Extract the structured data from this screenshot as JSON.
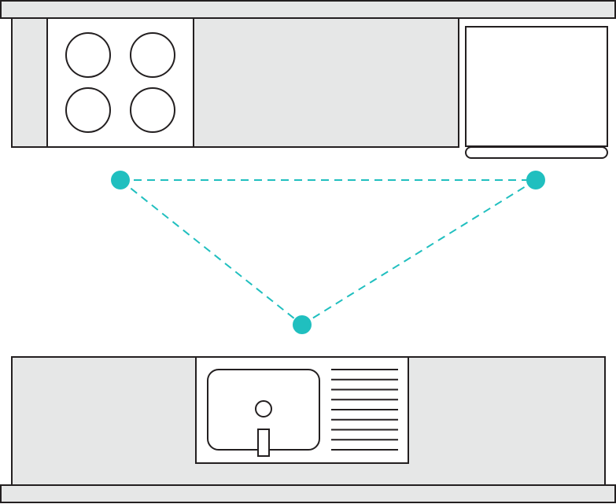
{
  "diagram": {
    "colors": {
      "counter": "#e6e7e7",
      "outline": "#231f20",
      "appliance_fill": "#ffffff",
      "accent": "#20bfbf"
    },
    "elements": {
      "wall_top": "wall",
      "counter_top": "counter",
      "cooktop": "cooktop",
      "fridge": "refrigerator",
      "counter_bottom": "counter",
      "sink": "sink",
      "work_triangle": "work-triangle"
    },
    "work_triangle_points": [
      "cooktop",
      "refrigerator",
      "sink"
    ],
    "burner_count": 4,
    "drainboard_groove_count": 9
  }
}
